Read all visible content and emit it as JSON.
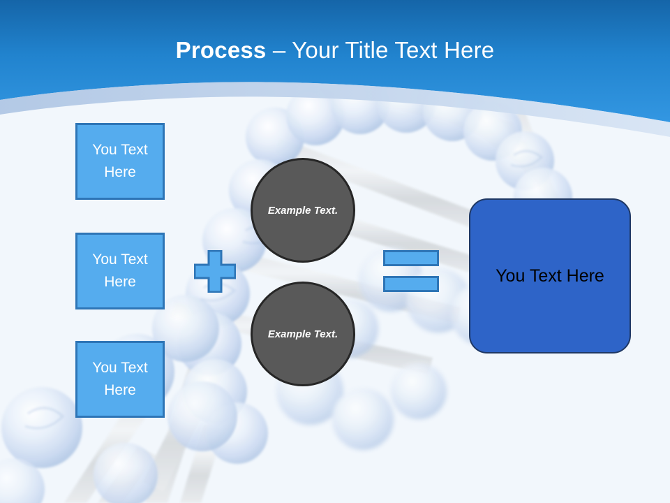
{
  "slide": {
    "title_strong": "Process",
    "title_rest": " – Your Title Text Here",
    "background_color": "#f2f7fc",
    "header_gradient_top": "#1B72BC",
    "header_gradient_bottom": "#3397E2",
    "swoosh_color": "#B8CEE8"
  },
  "inputs": [
    {
      "label": "You Text Here"
    },
    {
      "label": "You Text Here"
    },
    {
      "label": "You Text Here"
    }
  ],
  "operators": {
    "plus": "+",
    "equals": "="
  },
  "circles": [
    {
      "label": "Example Text."
    },
    {
      "label": "Example Text."
    }
  ],
  "result": {
    "label": "You Text Here",
    "fill_color": "#2E64C8"
  },
  "theme": {
    "box_fill": "#55ACEE",
    "box_border": "#2E75B6",
    "circle_fill": "#595959",
    "circle_border": "#262626"
  }
}
